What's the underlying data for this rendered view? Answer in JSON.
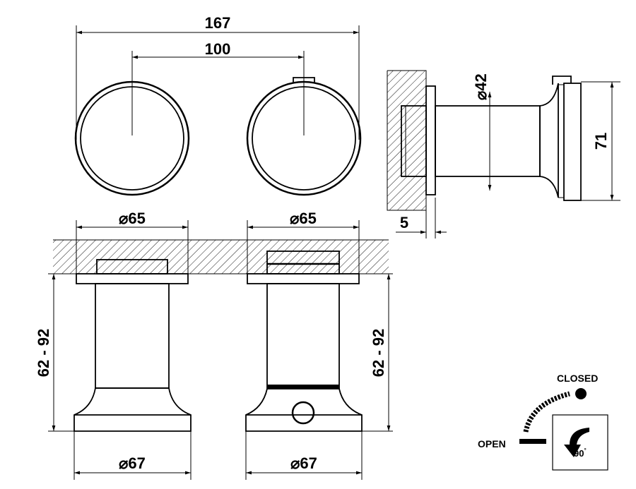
{
  "dimensions": {
    "overall_width": "167",
    "center_distance": "100",
    "wall_rosette_diameter_left": "65",
    "wall_rosette_diameter_right": "65",
    "base_diameter_left": "67",
    "base_diameter_right": "67",
    "projection_left": "62 - 92",
    "projection_right": "62 - 92",
    "body_diameter_side": "42",
    "height_side": "71",
    "wall_gap_side": "5"
  },
  "diameter_symbol": "⌀",
  "operation": {
    "closed_label": "CLOSED",
    "open_label": "OPEN",
    "rotation_label": "90",
    "rotation_unit": "°"
  }
}
